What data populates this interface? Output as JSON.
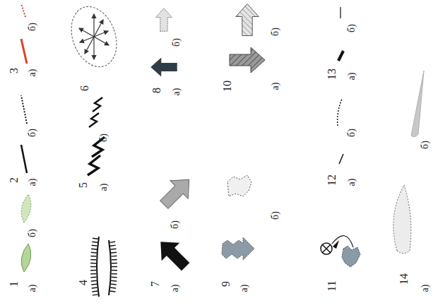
{
  "diagram": {
    "labels": [
      "1",
      "а)",
      "б)",
      "2",
      "а)",
      "б)",
      "3",
      "а)",
      "б)",
      "4",
      "5",
      "а)",
      "б)",
      "6",
      "7",
      "а)",
      "б)",
      "8",
      "а)",
      "б)",
      "9",
      "а)",
      "б)",
      "10",
      "а)",
      "б)",
      "11",
      "12",
      "а)",
      "б)",
      "13",
      "а)",
      "б)",
      "14",
      "а)",
      "б)"
    ]
  }
}
